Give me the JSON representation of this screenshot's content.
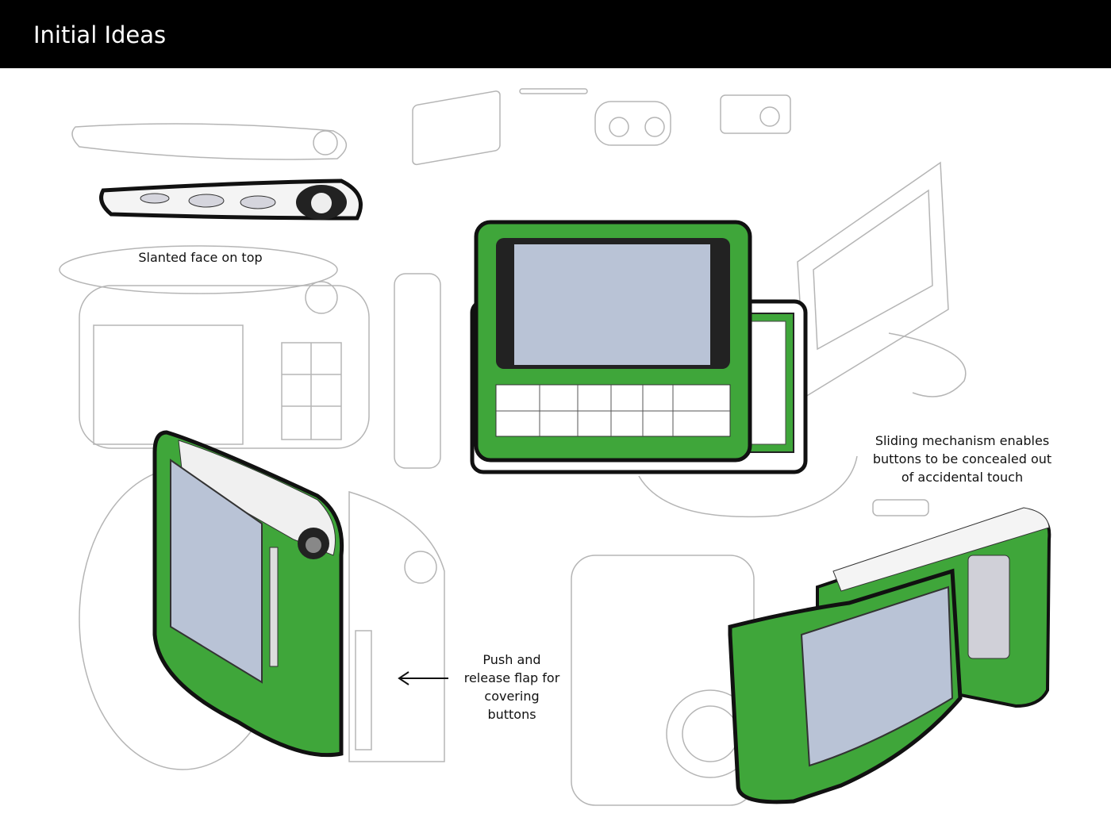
{
  "header": {
    "title": "Initial Ideas"
  },
  "annotations": {
    "slanted": "Slanted face on top",
    "sliding": [
      "Sliding mechanism enables",
      "buttons to be concealed out",
      "of accidental touch"
    ],
    "flap": [
      "Push and",
      "release flap for",
      "covering",
      "buttons"
    ]
  },
  "colors": {
    "header": "#000000",
    "device_green": "#3fa63a",
    "screen": "#b9c3d6",
    "pencil": "#b0b0b0"
  },
  "icons": [
    "arrow-left-icon"
  ]
}
